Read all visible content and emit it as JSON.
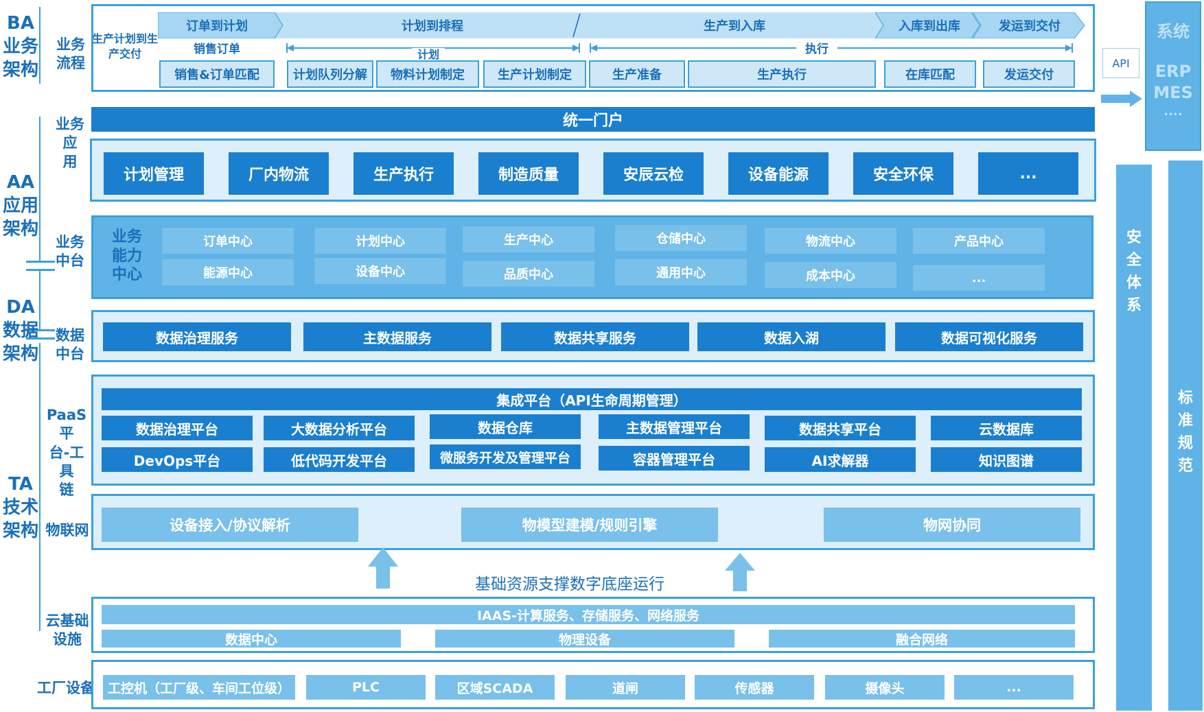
{
  "left_axis": {
    "ba": "BA\n业务\n架构",
    "aa": "AA\n应用\n架构",
    "da": "DA\n数据\n架构",
    "ta": "TA\n技术\n架构"
  },
  "row_labels": {
    "business_process": "业务\n流程",
    "business_app": "业务应\n用",
    "business_middle": "业务\n中台",
    "data_middle": "数据\n中台",
    "paas": "PaaS平\n台-工具\n链",
    "iot": "物联网",
    "cloud_infra": "云基础\n设施",
    "factory": "工厂设备"
  },
  "business_process": {
    "side_label": "生产计划到生\n产交付",
    "stages": [
      "订单到计划",
      "计划到排程",
      "生产到入库",
      "入库到出库",
      "发运到交付"
    ],
    "sub_labels": [
      "销售订单",
      "计划",
      "执行"
    ],
    "items": [
      "销售&订单匹配",
      "计划队列分解",
      "物料计划制定",
      "生产计划制定",
      "生产准备",
      "生产执行",
      "在库匹配",
      "发运交付"
    ]
  },
  "portal": "统一门户",
  "apps": [
    "计划管理",
    "厂内物流",
    "生产执行",
    "制造质量",
    "安辰云检",
    "设备能源",
    "安全环保",
    "..."
  ],
  "capability_center": {
    "title": "业务\n能力\n中心",
    "top": [
      "订单中心",
      "计划中心",
      "生产中心",
      "仓储中心",
      "物流中心",
      "产品中心"
    ],
    "bottom": [
      "能源中心",
      "设备中心",
      "品质中心",
      "通用中心",
      "成本中心",
      "..."
    ]
  },
  "data_services": [
    "数据治理服务",
    "主数据服务",
    "数据共享服务",
    "数据入湖",
    "数据可视化服务"
  ],
  "paas": {
    "header": "集成平台（API生命周期管理）",
    "row1": [
      "数据治理平台",
      "大数据分析平台",
      "数据仓库",
      "主数据管理平台",
      "数据共享平台",
      "云数据库"
    ],
    "row2": [
      "DevOps平台",
      "低代码开发平台",
      "微服务开发及管理平台",
      "容器管理平台",
      "AI求解器",
      "知识图谱"
    ]
  },
  "iot": [
    "设备接入/协议解析",
    "物模型建模/规则引擎",
    "物网协同"
  ],
  "support_text": "基础资源支撑数字底座运行",
  "cloud": {
    "header": "IAAS-计算服务、存储服务、网络服务",
    "items": [
      "数据中心",
      "物理设备",
      "融合网络"
    ]
  },
  "factory_devices": [
    "工控机（工厂级、车间工位级）",
    "PLC",
    "区域SCADA",
    "道闸",
    "传感器",
    "摄像头",
    "..."
  ],
  "api_label": "API",
  "system_box": {
    "title": "系统",
    "items": [
      "ERP",
      "MES",
      "...."
    ]
  },
  "security": "安\n全\n体\n系",
  "standards": "标\n准\n规\n范",
  "colors": {
    "dark": "#1a7fcf",
    "mid": "#3a9ad9",
    "light": "#79c0ea",
    "pale": "#bfe1f6",
    "text": "#1a6fb8",
    "border": "#3aa0dc"
  }
}
